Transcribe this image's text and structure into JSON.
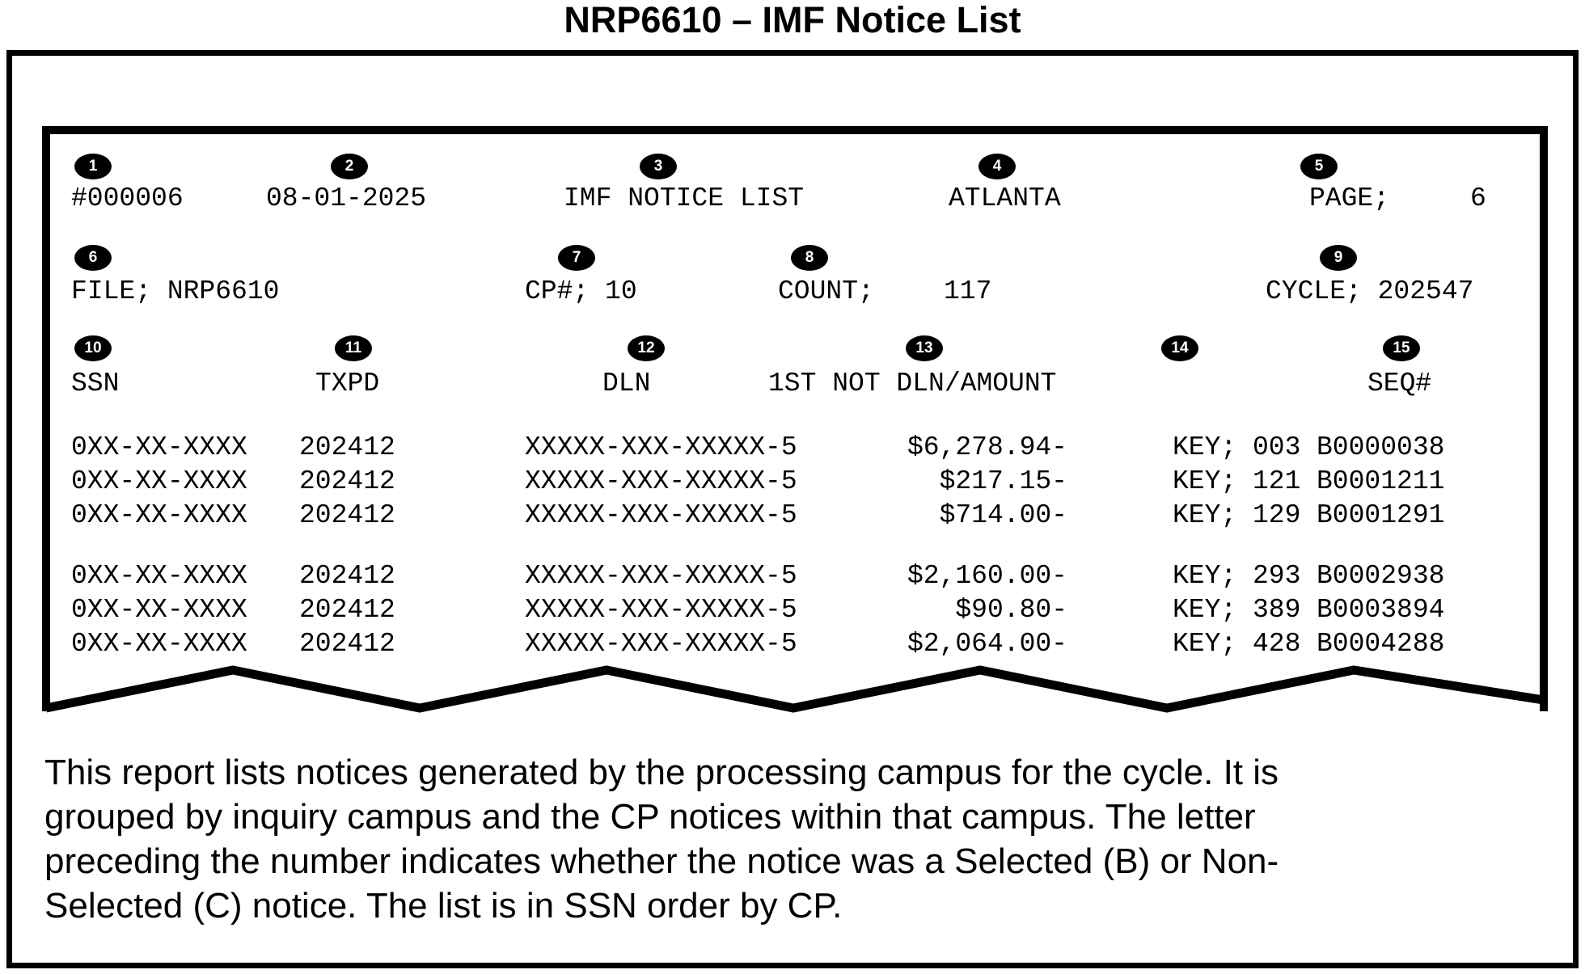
{
  "title": "NRP6610 – IMF Notice List",
  "colors": {
    "ink": "#000000",
    "paper": "#ffffff"
  },
  "badges": [
    "1",
    "2",
    "3",
    "4",
    "5",
    "6",
    "7",
    "8",
    "9",
    "10",
    "11",
    "12",
    "13",
    "14",
    "15"
  ],
  "report": {
    "run_number": "#000006",
    "date": "08-01-2025",
    "list_title": "IMF NOTICE LIST",
    "campus": "ATLANTA",
    "page_label": "PAGE;",
    "page_value": "6",
    "file": "FILE; NRP6610",
    "cp": "CP#; 10",
    "count_label": "COUNT;",
    "count_value": "117",
    "cycle": "CYCLE; 202547",
    "columns": {
      "ssn": "SSN",
      "txpd": "TXPD",
      "dln": "DLN",
      "amount": "1ST NOT DLN/AMOUNT",
      "seq": "SEQ#"
    },
    "rows": [
      {
        "ssn": "0XX-XX-XXXX",
        "txpd": "202412",
        "dln": "XXXXX-XXX-XXXXX-5",
        "amount": "$6,278.94-",
        "key_label": "KEY;",
        "key_num": "003",
        "seq": "B0000038"
      },
      {
        "ssn": "0XX-XX-XXXX",
        "txpd": "202412",
        "dln": "XXXXX-XXX-XXXXX-5",
        "amount": "$217.15-",
        "key_label": "KEY;",
        "key_num": "121",
        "seq": "B0001211"
      },
      {
        "ssn": "0XX-XX-XXXX",
        "txpd": "202412",
        "dln": "XXXXX-XXX-XXXXX-5",
        "amount": "$714.00-",
        "key_label": "KEY;",
        "key_num": "129",
        "seq": "B0001291"
      },
      {
        "ssn": "0XX-XX-XXXX",
        "txpd": "202412",
        "dln": "XXXXX-XXX-XXXXX-5",
        "amount": "$2,160.00-",
        "key_label": "KEY;",
        "key_num": "293",
        "seq": "B0002938"
      },
      {
        "ssn": "0XX-XX-XXXX",
        "txpd": "202412",
        "dln": "XXXXX-XXX-XXXXX-5",
        "amount": "$90.80-",
        "key_label": "KEY;",
        "key_num": "389",
        "seq": "B0003894"
      },
      {
        "ssn": "0XX-XX-XXXX",
        "txpd": "202412",
        "dln": "XXXXX-XXX-XXXXX-5",
        "amount": "$2,064.00-",
        "key_label": "KEY;",
        "key_num": "428",
        "seq": "B0004288"
      }
    ]
  },
  "description_lines": [
    "This report lists notices generated by the processing campus for the cycle. It is",
    "grouped by inquiry campus and the CP notices within that campus. The letter",
    "preceding the number indicates whether the notice was a Selected (B) or Non-",
    "Selected (C) notice. The list is in SSN order by CP."
  ]
}
